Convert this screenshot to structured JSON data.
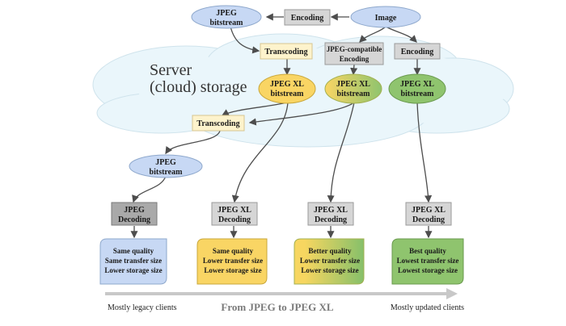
{
  "title": "From JPEG to JPEG XL",
  "cloud": {
    "line1": "Server",
    "line2": "(cloud) storage"
  },
  "nodes": {
    "image": "Image",
    "encoding_top": "Encoding",
    "jpeg_bitstream_top": [
      "JPEG",
      "bitstream"
    ],
    "transcoding_top": "Transcoding",
    "jpeg_compatible_encoding": [
      "JPEG-compatible",
      "Encoding"
    ],
    "encoding_right": "Encoding",
    "jxl_bitstream_1": [
      "JPEG XL",
      "bitstream"
    ],
    "jxl_bitstream_2": [
      "JPEG XL",
      "bitstream"
    ],
    "jxl_bitstream_3": [
      "JPEG XL",
      "bitstream"
    ],
    "transcoding_mid": "Transcoding",
    "jpeg_bitstream_low": [
      "JPEG",
      "bitstream"
    ],
    "decoders": [
      [
        "JPEG",
        "Decoding"
      ],
      [
        "JPEG XL",
        "Decoding"
      ],
      [
        "JPEG XL",
        "Decoding"
      ],
      [
        "JPEG XL",
        "Decoding"
      ]
    ]
  },
  "outcomes": [
    [
      "Same quality",
      "Same transfer size",
      "Lower storage size"
    ],
    [
      "Same quality",
      "Lower transfer size",
      "Lower storage size"
    ],
    [
      "Better quality",
      "Lower transfer size",
      "Lower storage size"
    ],
    [
      "Best quality",
      "Lowest transfer size",
      "Lowest storage size"
    ]
  ],
  "axis": {
    "left": "Mostly legacy clients",
    "center": "From JPEG to JPEG XL",
    "right": "Mostly updated clients"
  },
  "colors": {
    "cloud": "#eaf6fb",
    "blue_node": "#c7d8f4",
    "gray_box": "#d6d6d6",
    "dark_gray_box": "#a9a9a9",
    "transcode_box": "#fdf3cc",
    "yellow": "#f9d564",
    "green": "#8fc46e",
    "arrow": "#4d4d4d",
    "axis_arrow": "#c8c8c8"
  }
}
